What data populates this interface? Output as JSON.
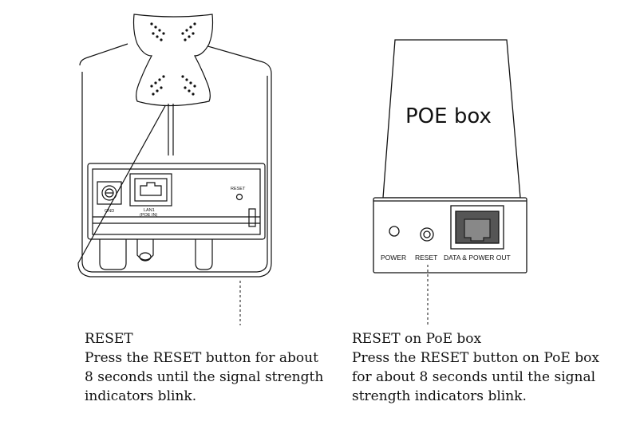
{
  "left_device": {
    "port_label_gnd": "GND",
    "port_label_lan_line1": "LAN1",
    "port_label_lan_line2": "(POE IN)",
    "reset_label": "RESET"
  },
  "poe_box": {
    "title": "POE box",
    "label_power": "POWER",
    "label_reset": "RESET",
    "label_data_power": "DATA & POWER OUT"
  },
  "captions": {
    "left": {
      "heading": "RESET",
      "line1": "Press the RESET button for about",
      "line2": "8 seconds until the signal strength",
      "line3": "indicators blink."
    },
    "right": {
      "heading": "RESET on PoE box",
      "line1": "Press the RESET button on PoE box",
      "line2": "for about 8 seconds until the signal",
      "line3": "strength indicators blink."
    }
  }
}
